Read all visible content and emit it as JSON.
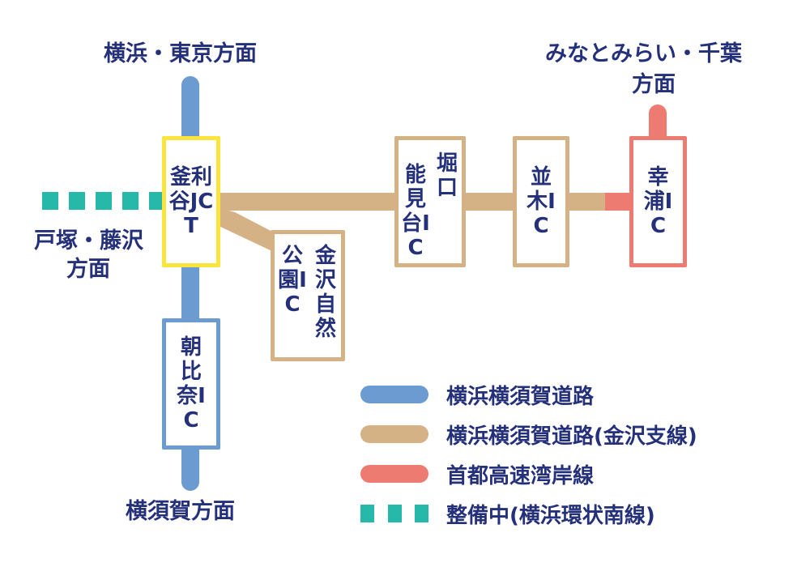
{
  "colors": {
    "yokohama_yokosuka_road": "#6b9bd1",
    "kanazawa_branch": "#d4b286",
    "shuto_bayshore": "#ee7b72",
    "under_construction": "#26b8a8",
    "junction": "#fbe43c",
    "text": "#24307a"
  },
  "directions": {
    "north": "横浜・東京方面",
    "west_line1": "戸塚・藤沢",
    "west_line2": "方面",
    "south": "横須賀方面",
    "northeast_line1": "みなとみらい・千葉",
    "northeast_line2": "方面"
  },
  "nodes": {
    "kamariya_jct": "釜利谷JCT",
    "asahina_ic": "朝比奈IC",
    "kanazawa_shizen_col1": "金沢自然",
    "kanazawa_shizen_col2": "公園IC",
    "hori_col1": "堀口",
    "hori_col2": "能見台IC",
    "namiki_ic": "並木IC",
    "sachiura_ic": "幸浦IC"
  },
  "legend": [
    {
      "label": "横浜横須賀道路",
      "style": "solid",
      "color": "#6b9bd1"
    },
    {
      "label": "横浜横須賀道路(金沢支線)",
      "style": "solid",
      "color": "#d4b286"
    },
    {
      "label": "首都高速湾岸線",
      "style": "solid",
      "color": "#ee7b72"
    },
    {
      "label": "整備中(横浜環状南線)",
      "style": "dashed",
      "color": "#26b8a8"
    }
  ]
}
